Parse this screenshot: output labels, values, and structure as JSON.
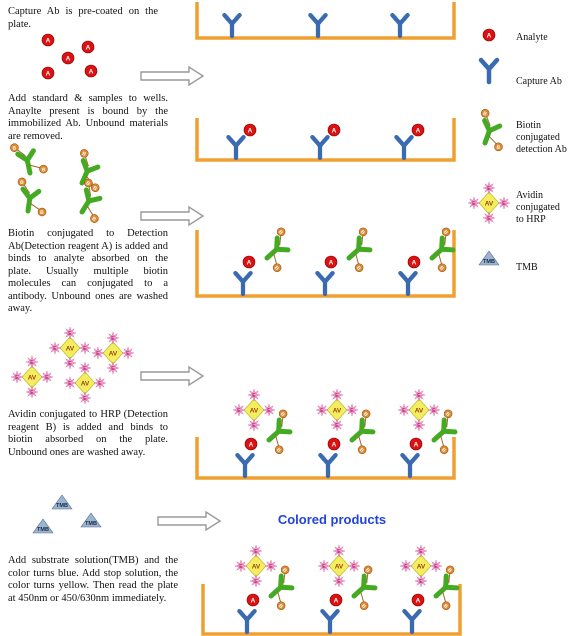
{
  "steps": [
    "Capture Ab is pre-coated on the plate.",
    "Add standard & samples to wells. Anaylte present is bound by the immobilized Ab. Unbound materials are removed.",
    "Biotin conjugated to Detection Ab(Detection reagent A) is added and binds to analyte absorbed on the plate. Usually multiple biotin molecules can conjugated to a antibody. Unbound ones are washed away.",
    "Avidin conjugated to HRP (Detection reagent B) is added and binds to biotin absorbed on the plate. Unbound ones are washed away.",
    "Add substrate solution(TMB) and the color turns blue. Add stop solution, the color turns yellow. Then read the plate at 450nm or 450/630nm immediately."
  ],
  "legend": {
    "analyte": "Analyte",
    "capture_ab": "Capture Ab",
    "biotin_detection_ab": [
      "Biotin",
      "conjugated",
      "detection Ab"
    ],
    "avidin_hrp": [
      "Avidin",
      "conjugated",
      "to HRP"
    ],
    "tmb": "TMB"
  },
  "marks": {
    "analyte": "A",
    "biotin": "B",
    "avidin": "AV",
    "hrp": "E",
    "tmb": "TMB"
  },
  "colored_products": "Colored products",
  "colors": {
    "plate": "#f0a030",
    "analyte": "#dd1111",
    "capture_ab": "#3a6ab0",
    "detection_ab": "#44aa22",
    "biotin": "#e08a30",
    "avidin": "#f2ee60",
    "hrp": "#c81a6e",
    "tmb": "#9ab4d2",
    "arrow": "#bbbbbb",
    "colored_text": "#2244dd"
  }
}
